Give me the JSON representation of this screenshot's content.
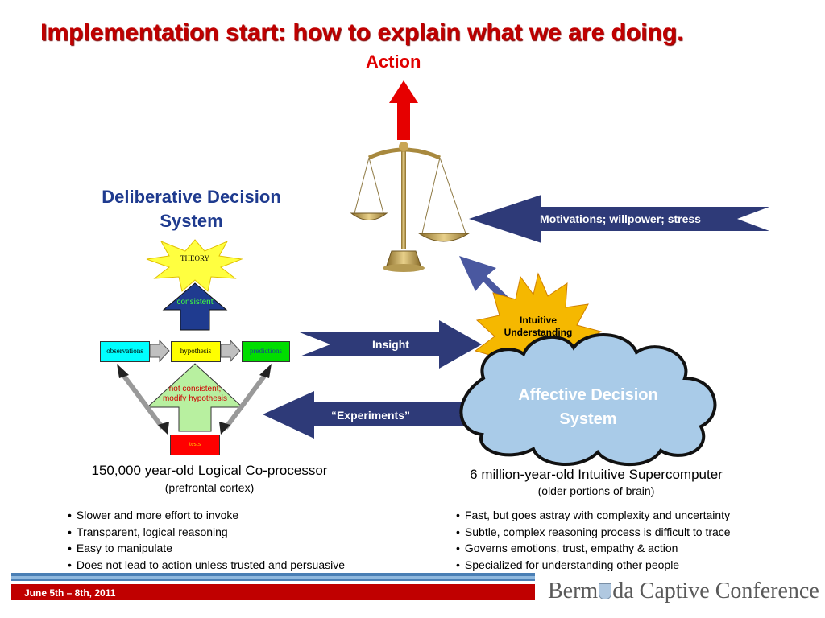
{
  "slide": {
    "title": "Implementation start: how to explain what we are doing.",
    "action_label": "Action"
  },
  "deliberative": {
    "heading": "Deliberative Decision System",
    "theory": "THEORY",
    "consistent": "consistent",
    "observations": "observations",
    "hypothesis": "hypothesis",
    "predictions": "predictions",
    "not_consistent_line1": "not consistent;",
    "not_consistent_line2": "modify hypothesis",
    "tests": "tests",
    "caption": "150,000 year-old Logical Co-processor",
    "subcaption": "(prefrontal cortex)",
    "bullets": [
      "Slower and more effort to invoke",
      "Transparent, logical reasoning",
      "Easy to manipulate",
      "Does not lead to action unless trusted and persuasive"
    ]
  },
  "affective": {
    "heading_line1": "Affective Decision",
    "heading_line2": "System",
    "sun_line1": "Intuitive",
    "sun_line2": "Understanding",
    "caption": "6 million-year-old Intuitive Supercomputer",
    "subcaption": "(older portions of brain)",
    "bullets": [
      "Fast, but goes astray with complexity and uncertainty",
      "Subtle, complex reasoning process is difficult to trace",
      "Governs emotions, trust, empathy & action",
      "Specialized for understanding other people"
    ]
  },
  "arrows": {
    "motivations": "Motivations; willpower; stress",
    "insight": "Insight",
    "experiments": "“Experiments”"
  },
  "footer": {
    "date": "June 5th – 8th, 2011",
    "conference_left": "Berm",
    "conference_right": "da Captive Conference"
  },
  "colors": {
    "title_red": "#c00000",
    "navy_arrow": "#2e3a78",
    "deliberative_blue": "#1f3b8f",
    "cloud_blue": "#a9cbe8",
    "sun_yellow": "#f5b800"
  }
}
